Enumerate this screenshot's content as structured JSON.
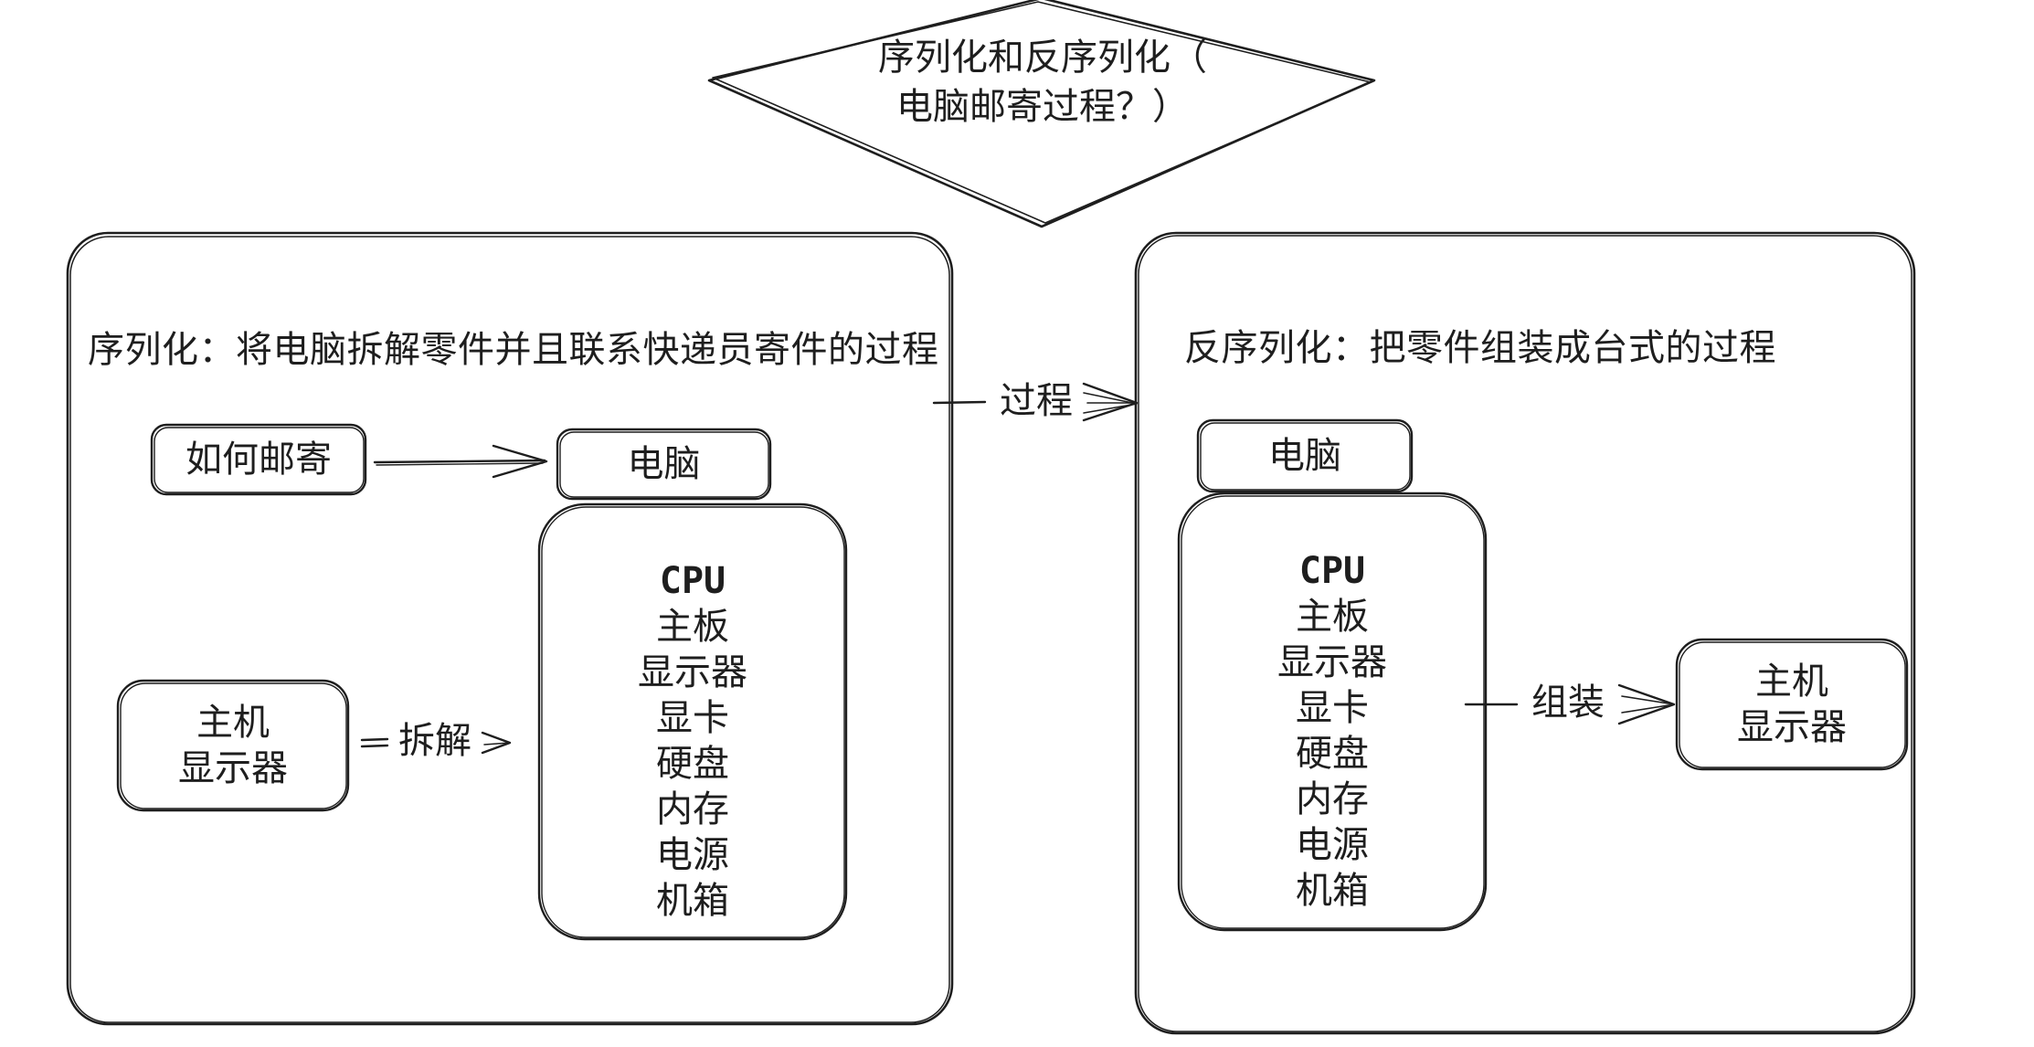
{
  "title": {
    "line1": "序列化和反序列化（",
    "line2": "电脑邮寄过程？）"
  },
  "serialize": {
    "heading": "序列化：将电脑拆解零件并且联系快递员寄件的过程",
    "mail_box": "如何邮寄",
    "computer_box": "电脑",
    "whole_box": [
      "主机",
      "显示器"
    ],
    "disassemble_label": "拆解",
    "parts": [
      "CPU",
      "主板",
      "显示器",
      "显卡",
      "硬盘",
      "内存",
      "电源",
      "机箱"
    ]
  },
  "process_label": "过程",
  "deserialize": {
    "heading": "反序列化：把零件组装成台式的过程",
    "computer_box": "电脑",
    "parts": [
      "CPU",
      "主板",
      "显示器",
      "显卡",
      "硬盘",
      "内存",
      "电源",
      "机箱"
    ],
    "assemble_label": "组装",
    "result_box": [
      "主机",
      "显示器"
    ]
  }
}
